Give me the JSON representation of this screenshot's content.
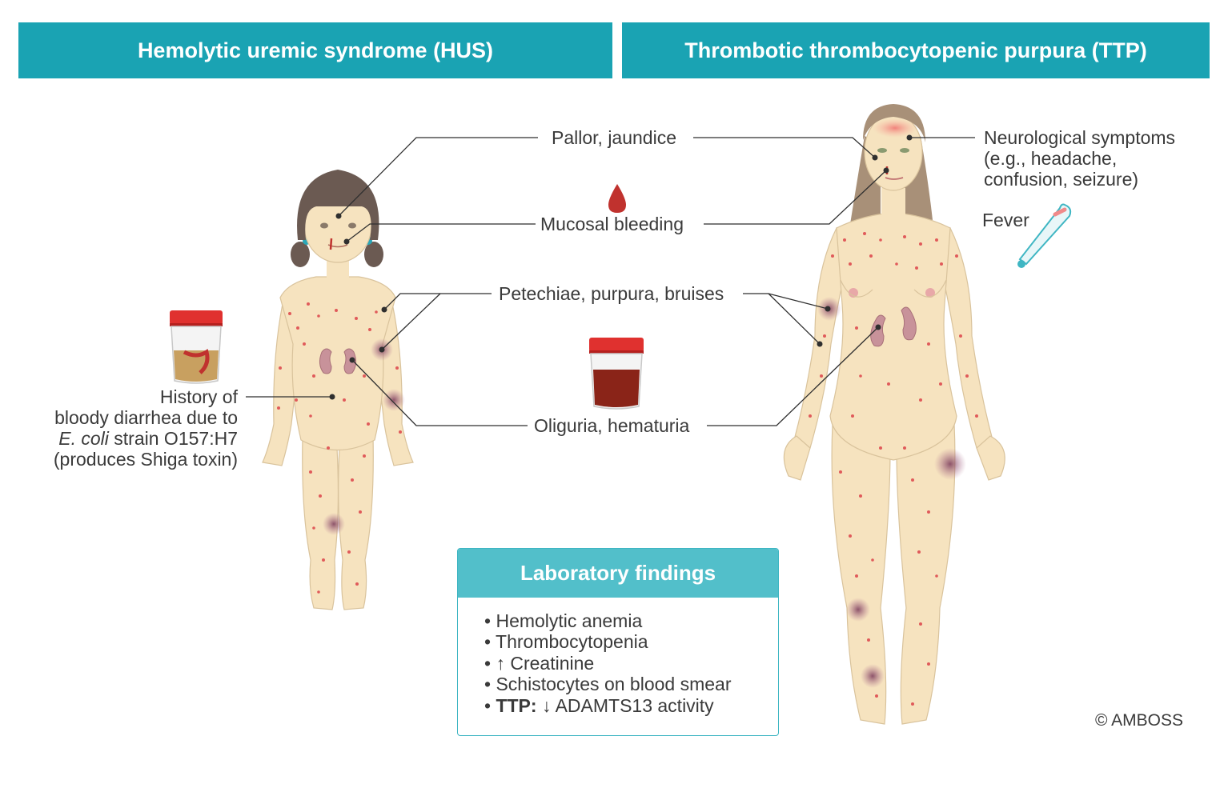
{
  "headers": {
    "hus": "Hemolytic uremic syndrome (HUS)",
    "ttp": "Thrombotic thrombocytopenic purpura (TTP)"
  },
  "labels": {
    "pallor": "Pallor, jaundice",
    "mucosal": "Mucosal bleeding",
    "petechiae": "Petechiae, purpura, bruises",
    "oliguria": "Oliguria, hematuria",
    "neuro": [
      "Neurological symptoms",
      "(e.g., headache,",
      "confusion, seizure)"
    ],
    "fever": "Fever",
    "history": {
      "line1": "History of",
      "line2": "bloody diarrhea due to",
      "line3_italic": "E. coli",
      "line3_rest": " strain O157:H7",
      "line4": "(produces Shiga toxin)"
    }
  },
  "lab": {
    "title": "Laboratory findings",
    "items": [
      {
        "bold": "",
        "text": "Hemolytic anemia"
      },
      {
        "bold": "",
        "text": "Thrombocytopenia"
      },
      {
        "bold": "",
        "text": "↑ Creatinine"
      },
      {
        "bold": "",
        "text": "Schistocytes on blood smear"
      },
      {
        "bold": "TTP:",
        "text": " ↓ ADAMTS13 activity"
      }
    ]
  },
  "copyright": "© AMBOSS",
  "colors": {
    "header": "#1aa3b3",
    "lab_title": "#52bfca",
    "skin": "#f6e3bf",
    "petechiae": "#e05a5a",
    "blood": "#c0322e",
    "kidney": "#c8929a",
    "cap_red": "#e0312f"
  },
  "icons": [
    "blood-drop-icon",
    "urine-cup-bloody-stool-icon",
    "urine-cup-hematuria-icon",
    "thermometer-icon"
  ]
}
